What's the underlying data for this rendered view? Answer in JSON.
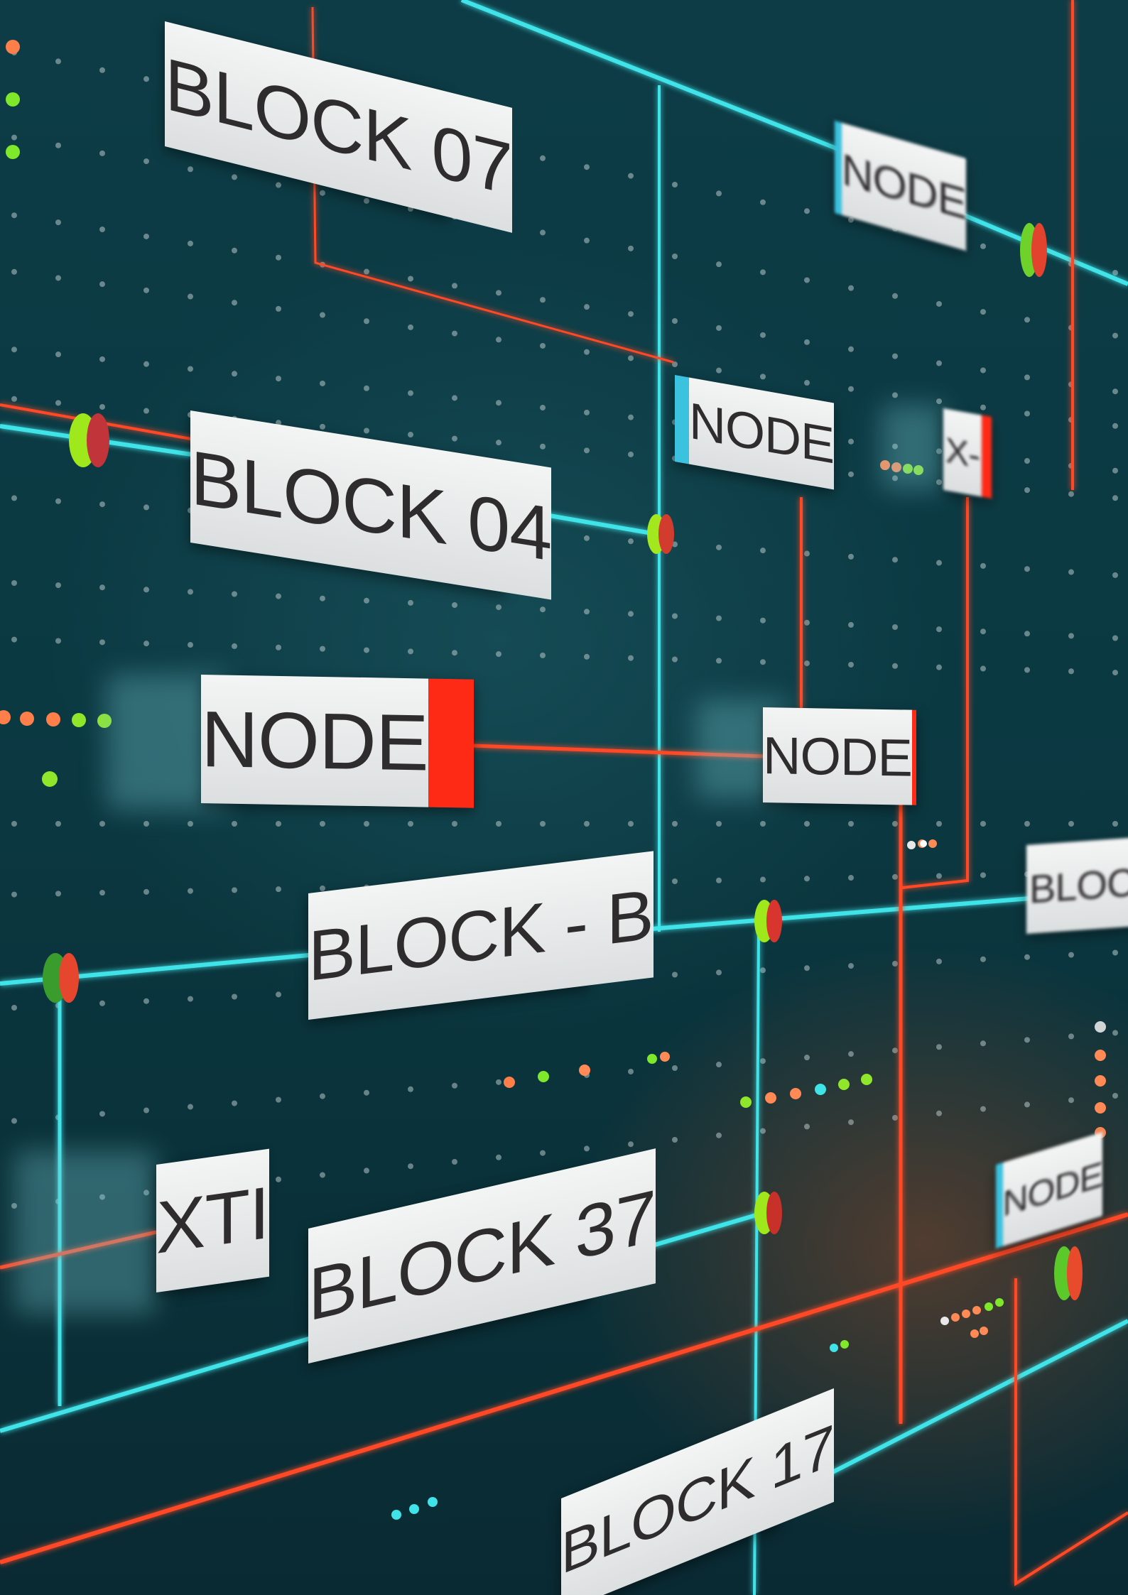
{
  "colors": {
    "cyan_wire": "#3fe3e8",
    "red_wire": "#ff4a26",
    "amber": "#e8a800",
    "orange": "#f28a3c",
    "sky": "#3bc2df",
    "red": "#ff2a16",
    "yellow": "#f0cf00"
  },
  "labels": {
    "block07": "BLOCK 07",
    "block04": "BLOCK 04",
    "node_mid_left": "NODE",
    "node_upper_center": "NODE",
    "node_top_right": "NODE",
    "node_center_right": "NODE",
    "block_b": "BLOCK - B",
    "xt": "XTI",
    "block37": "BLOCK 37",
    "block17": "BLOCK 17",
    "node_lower_right": "NODE",
    "block_far_right": "BLOCK -",
    "x_tag": "X-"
  }
}
